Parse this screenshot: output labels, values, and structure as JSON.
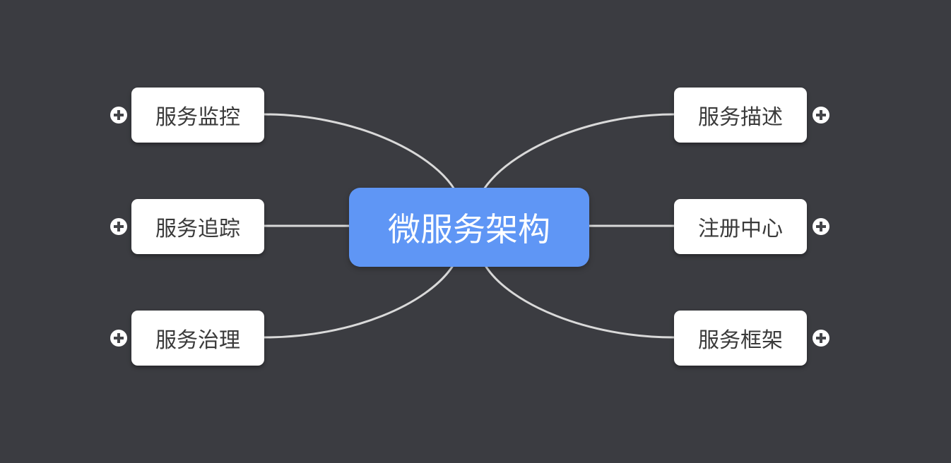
{
  "root": {
    "label": "微服务架构",
    "color": "#5f96f5"
  },
  "branch_color": "#d9d9d9",
  "left_branches": [
    {
      "label": "服务监控"
    },
    {
      "label": "服务追踪"
    },
    {
      "label": "服务治理"
    }
  ],
  "right_branches": [
    {
      "label": "服务描述"
    },
    {
      "label": "注册中心"
    },
    {
      "label": "服务框架"
    }
  ],
  "expand_icon": "plus-circle-icon"
}
